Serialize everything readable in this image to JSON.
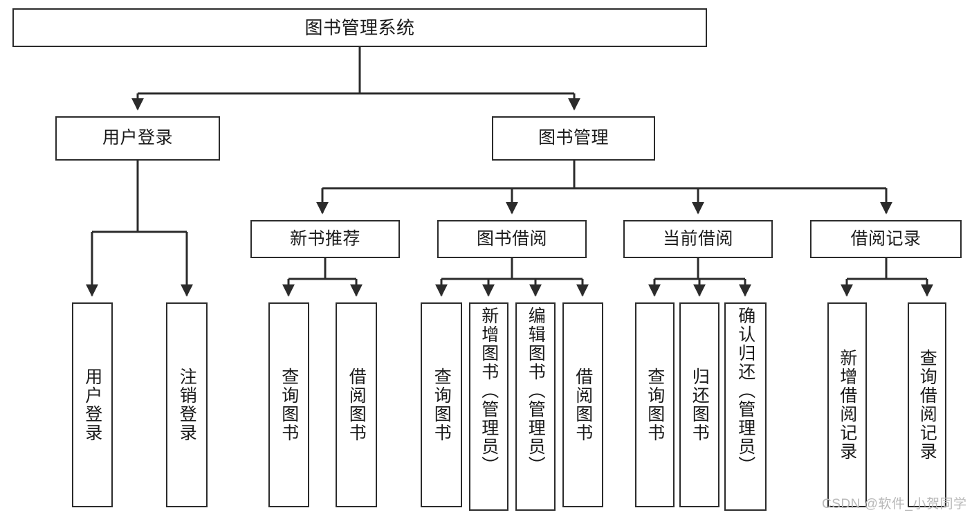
{
  "diagram": {
    "title": "图书管理系统",
    "type": "hierarchy-tree",
    "watermark": "CSDN @软件_小贺同学",
    "colors": {
      "stroke": "#2b2b2b",
      "fill": "#ffffff",
      "text": "#1a1a1a",
      "watermark": "#b8b8b8"
    },
    "root": {
      "label": "图书管理系统"
    },
    "level2": [
      {
        "label": "用户登录"
      },
      {
        "label": "图书管理"
      }
    ],
    "level3": [
      {
        "label": "新书推荐"
      },
      {
        "label": "图书借阅"
      },
      {
        "label": "当前借阅"
      },
      {
        "label": "借阅记录"
      }
    ],
    "leaves": {
      "user_login": [
        {
          "label": "用户登录"
        },
        {
          "label": "注销登录"
        }
      ],
      "new_book_recommend": [
        {
          "label": "查询图书"
        },
        {
          "label": "借阅图书"
        }
      ],
      "book_borrow": [
        {
          "label": "查询图书"
        },
        {
          "label": "新增图书（管理员）"
        },
        {
          "label": "编辑图书（管理员）"
        },
        {
          "label": "借阅图书"
        }
      ],
      "current_borrow": [
        {
          "label": "查询图书"
        },
        {
          "label": "归还图书"
        },
        {
          "label": "确认归还（管理员）"
        }
      ],
      "borrow_record": [
        {
          "label": "新增借阅记录"
        },
        {
          "label": "查询借阅记录"
        }
      ]
    }
  }
}
